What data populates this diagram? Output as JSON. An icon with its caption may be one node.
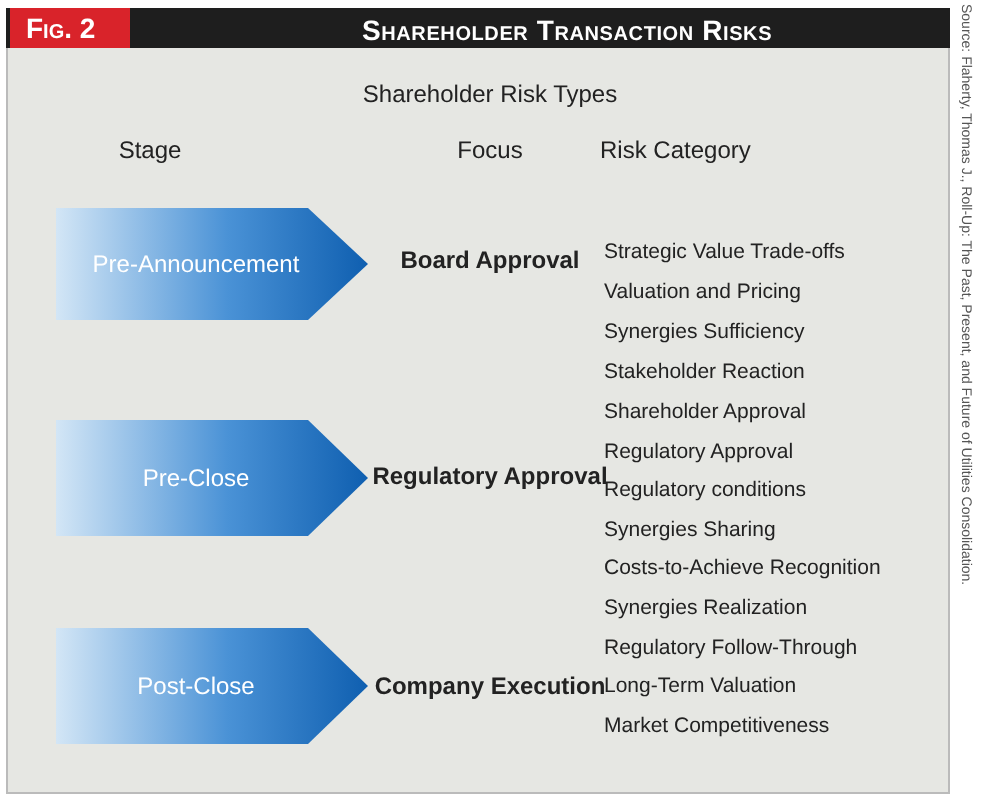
{
  "diagram": {
    "title": "Shareholder Transaction Risks",
    "nodes": [
      {
        "text": [
          "Pre-Announcement"
        ]
      },
      {
        "text": [
          "Pre-Close"
        ]
      },
      {
        "text": [
          "Post-Close"
        ]
      }
    ],
    "labels": [
      "Fig. 2",
      "Shareholder Risk Types",
      "Stage",
      "Focus",
      "Risk Category",
      "Board Approval",
      "Strategic Value Trade-offs",
      "Valuation and Pricing",
      "Synergies Sufficiency",
      "Regulatory Approval",
      "Stakeholder Reaction",
      "Shareholder Approval",
      "Regulatory Approval",
      "Regulatory conditions",
      "Synergies Sharing",
      "Costs-to-Achieve Recognition",
      "Company Execution",
      "Synergies Realization",
      "Regulatory Follow-Through",
      "Long-Term Valuation",
      "Market Competitiveness",
      "Source: Flaherty, Thomas J., Roll-Up: The Past, Present, and Future of Utilities Consolidation."
    ]
  }
}
